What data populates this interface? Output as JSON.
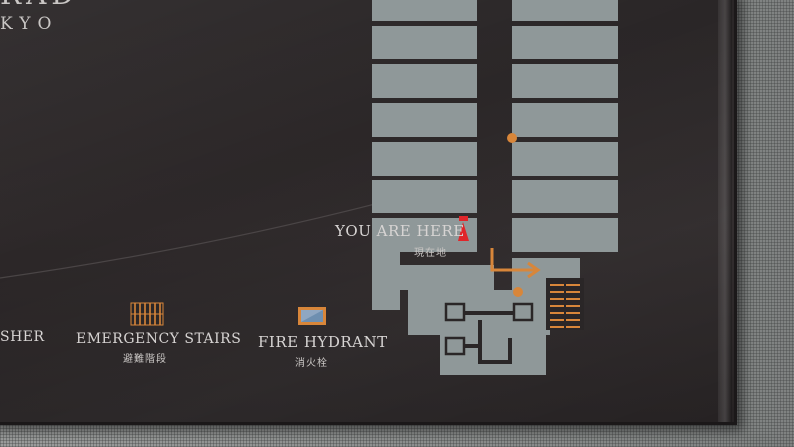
{
  "brand": {
    "name_fragment": "RAD",
    "city_fragment": "KYO"
  },
  "here": {
    "en": "YOU ARE HERE",
    "jp": "現在地"
  },
  "legend": {
    "extinguisher": "SHER",
    "stairs_en": "EMERGENCY STAIRS",
    "stairs_jp": "避難階段",
    "hydrant_en": "FIRE HYDRANT",
    "hydrant_jp": "消火栓"
  },
  "colors": {
    "board": "#2b2728",
    "rooms": "#8f9899",
    "accent_orange": "#d8863a",
    "here_marker": "#e0262a",
    "text": "#d7d4d3"
  }
}
